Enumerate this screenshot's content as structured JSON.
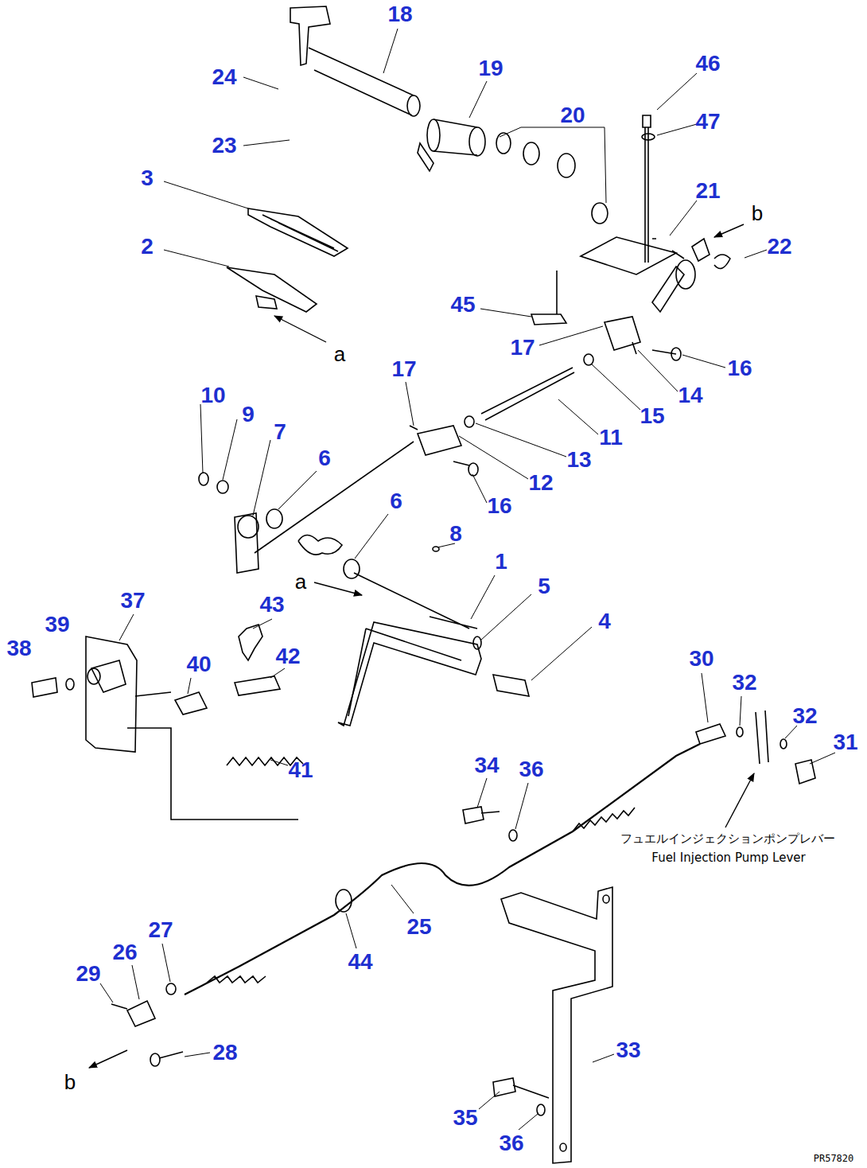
{
  "diagram": {
    "labels": [
      "18",
      "19",
      "24",
      "20",
      "46",
      "47",
      "23",
      "3",
      "21",
      "b",
      "22",
      "2",
      "45",
      "a",
      "17",
      "16",
      "14",
      "15",
      "10",
      "9",
      "7",
      "17",
      "11",
      "13",
      "6",
      "12",
      "16",
      "6",
      "8",
      "1",
      "a",
      "5",
      "37",
      "43",
      "4",
      "38",
      "39",
      "42",
      "40",
      "30",
      "32",
      "32",
      "31",
      "41",
      "34",
      "36",
      "フュエルインジェクションポンプレバー",
      "Fuel Injection Pump Lever",
      "25",
      "27",
      "26",
      "29",
      "44",
      "28",
      "33",
      "b",
      "35",
      "36",
      "PR57820"
    ]
  }
}
